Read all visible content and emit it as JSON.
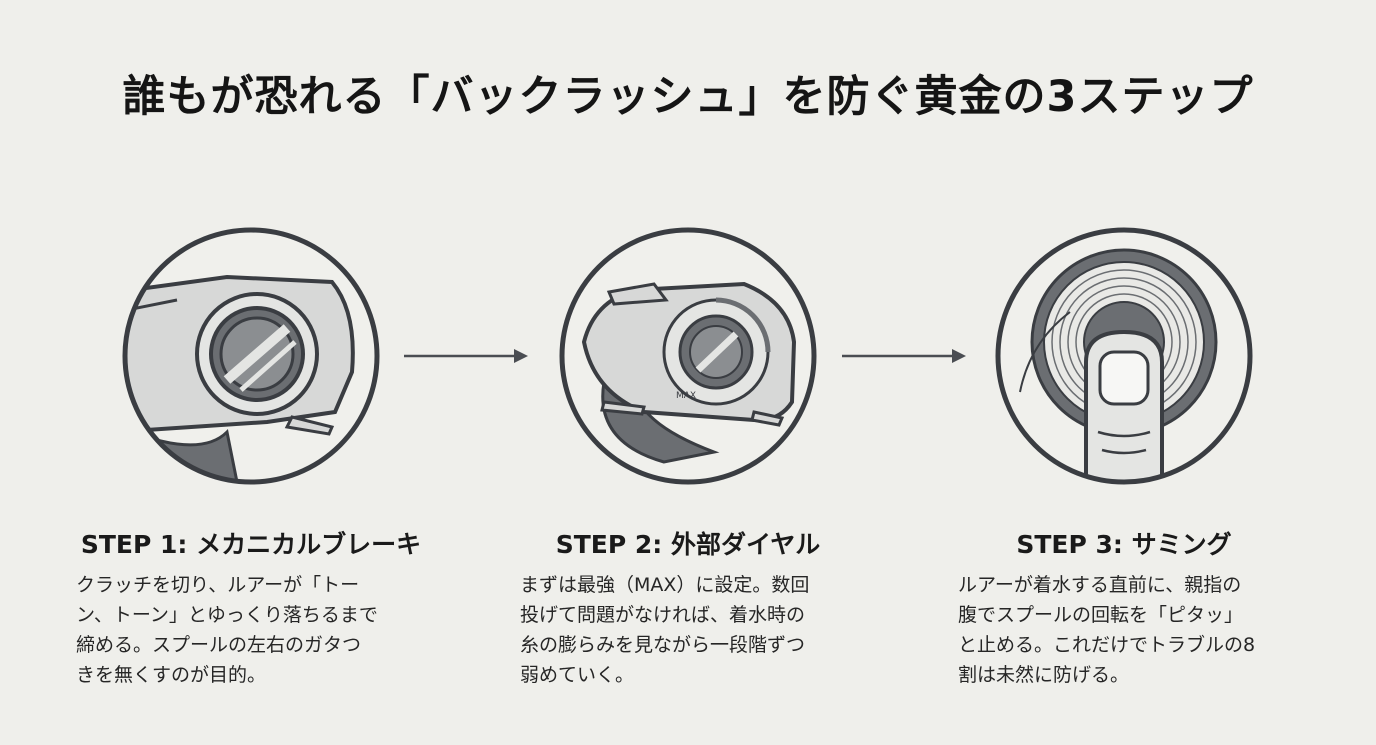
{
  "title": "誰もが恐れる「バックラッシュ」を防ぐ黄金の3ステップ",
  "steps": [
    {
      "heading": "STEP 1: メカニカルブレーキ",
      "icon": "mechanical-brake-knob",
      "body": [
        "クラッチを切り、ルアーが「トー",
        "ン、トーン」とゆっくり落ちるまで",
        "締める。スプールの左右のガタつ",
        "きを無くすのが目的。"
      ]
    },
    {
      "heading": "STEP 2: 外部ダイヤル",
      "icon": "external-brake-dial",
      "dial_label": "MAX",
      "body": [
        "まずは最強（MAX）に設定。数回",
        "投げて問題がなければ、着水時の",
        "糸の膨らみを見ながら一段階ずつ",
        "弱めていく。"
      ]
    },
    {
      "heading": "STEP 3: サミング",
      "icon": "thumbing-spool",
      "body": [
        "ルアーが着水する直前に、親指の",
        "腹でスプールの回転を「ピタッ」",
        "と止める。これだけでトラブルの8",
        "割は未然に防げる。"
      ]
    }
  ],
  "colors": {
    "background": "#efefeb",
    "stroke": "#3a3d42",
    "fill_light": "#d8d9d8",
    "fill_dark": "#6b6e72"
  }
}
